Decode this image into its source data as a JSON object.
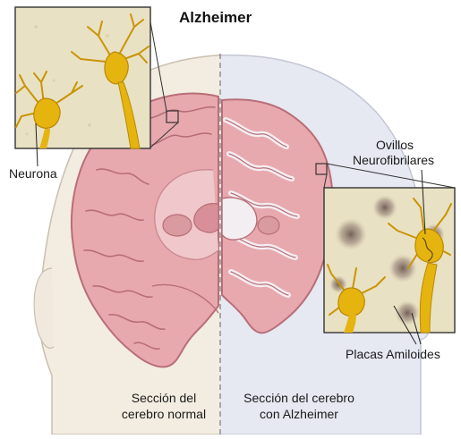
{
  "title": "Alzheimer",
  "labels": {
    "neuron": "Neurona",
    "tangles_line1": "Ovillos",
    "tangles_line2": "Neurofibrilares",
    "plaques": "Placas Amiloides"
  },
  "captions": {
    "normal_line1": "Sección del",
    "normal_line2": "cerebro normal",
    "alz_line1": "Sección del cerebro",
    "alz_line2": "con Alzheimer"
  },
  "colors": {
    "head_normal": "#f3ece1",
    "head_alz": "#e6e8f2",
    "brain_fill": "#e8a9ae",
    "brain_stroke": "#b86e77",
    "inset_bg": "#e9e1c3",
    "neuron": "#e6b40f",
    "plaque": "#8c7a70"
  }
}
